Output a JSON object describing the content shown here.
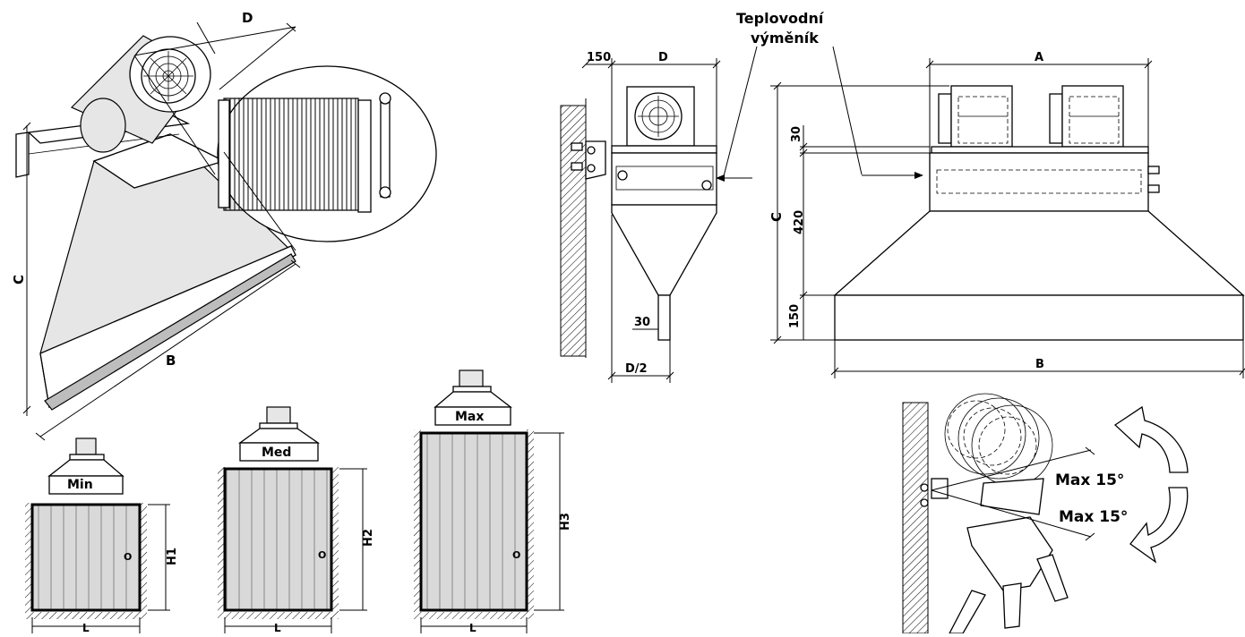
{
  "labels": {
    "iso_D": "D",
    "iso_C": "C",
    "iso_B": "B",
    "side_150": "150",
    "side_D": "D",
    "side_30": "30",
    "side_D2": "D/2",
    "heat_exchanger_line1": "Teplovodní",
    "heat_exchanger_line2": "výměník",
    "front_A": "A",
    "front_C": "C",
    "front_30": "30",
    "front_420": "420",
    "front_150": "150",
    "front_B": "B",
    "size_min": "Min",
    "size_med": "Med",
    "size_max": "Max",
    "door1_H": "H1",
    "door2_H": "H2",
    "door3_H": "H3",
    "door1_L": "L",
    "door2_L": "L",
    "door3_L": "L",
    "door_o1": "O",
    "door_o2": "O",
    "door_o3": "O",
    "tilt_up": "Max 15°",
    "tilt_down": "Max 15°"
  }
}
